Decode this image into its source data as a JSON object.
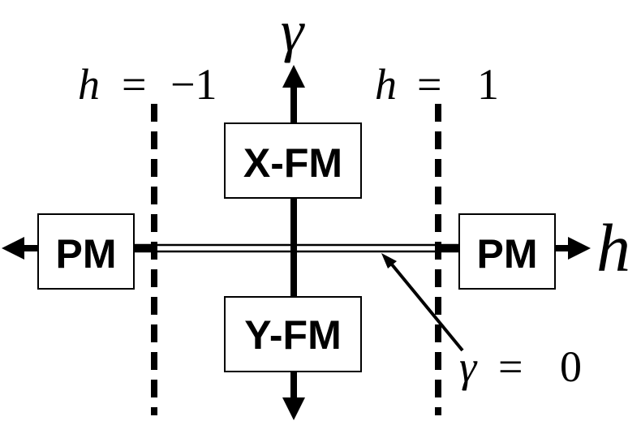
{
  "axes": {
    "vertical_label": "γ",
    "horizontal_label": "h"
  },
  "boundaries": {
    "left": {
      "var": "h",
      "eq": "=",
      "value": "−1"
    },
    "right": {
      "var": "h",
      "eq": "=",
      "value": "1"
    }
  },
  "boxes": {
    "top": "X-FM",
    "bottom": "Y-FM",
    "left": "PM",
    "right": "PM"
  },
  "annotation": {
    "var": "γ",
    "eq": "=",
    "value": "0"
  },
  "colors": {
    "stroke": "#000000",
    "background": "#ffffff"
  }
}
